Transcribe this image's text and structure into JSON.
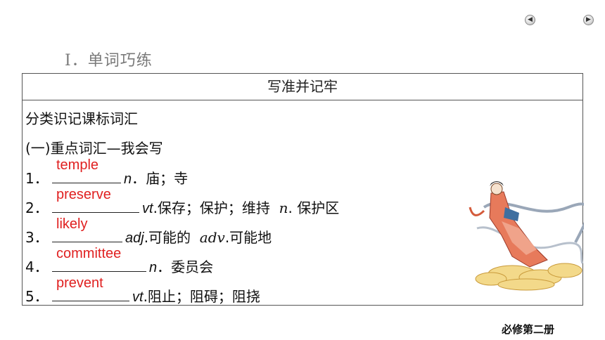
{
  "nav": {
    "prev_icon": "arrow-left-icon",
    "next_icon": "arrow-right-icon"
  },
  "section_title": "Ⅰ．单词巧练",
  "panel": {
    "header": "写准并记牢",
    "category": "分类识记课标词汇",
    "subcategory": "(一)重点词汇—我会写",
    "items": [
      {
        "num": "1．",
        "answer": "temple",
        "pos": "n",
        "meaning": "．庙；寺"
      },
      {
        "num": "2．",
        "answer": "preserve",
        "pos": "vt",
        "meaning": ".保存；保护；维持",
        "pos2": "n",
        "meaning2": ". 保护区"
      },
      {
        "num": "3．",
        "answer": "likely",
        "pos": "adj",
        "meaning": ".可能的",
        "pos2": "adv",
        "meaning2": ".可能地"
      },
      {
        "num": "4．",
        "answer": "committee",
        "pos": "n",
        "meaning": "．委员会"
      },
      {
        "num": "5．",
        "answer": "prevent",
        "pos": "vt",
        "meaning": ".阻止；阻碍；阻挠"
      }
    ]
  },
  "footer": "必修第二册",
  "colors": {
    "answer": "#e02020",
    "border": "#555555",
    "title": "#7a7a7a"
  }
}
